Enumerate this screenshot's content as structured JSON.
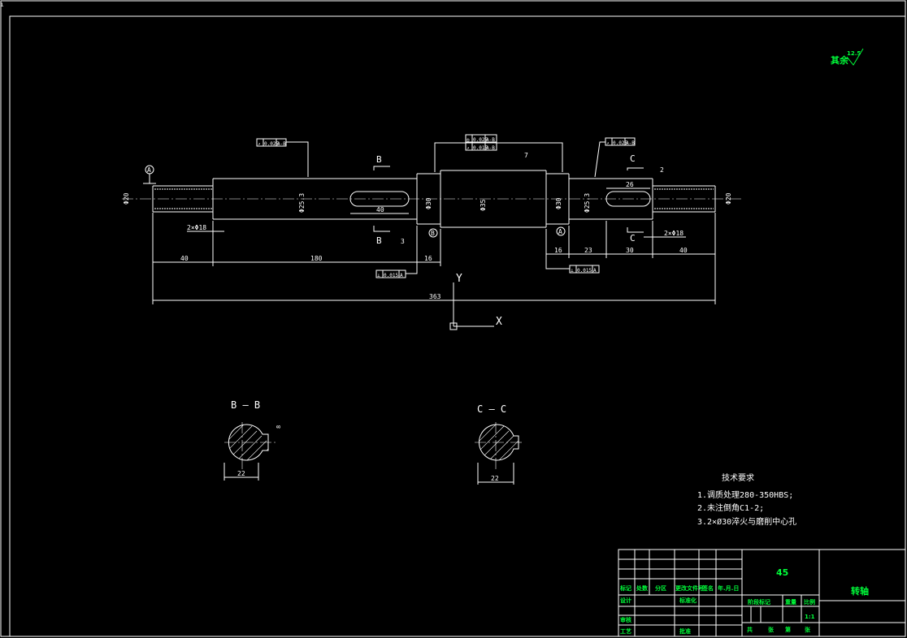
{
  "roughness": {
    "label": "其余",
    "value": "12.5"
  },
  "datum_labels": {
    "a_left": "A",
    "a_right": "A",
    "b": "B"
  },
  "section_marks": {
    "b_top": "B",
    "b_bottom": "B",
    "c_top": "C",
    "c_bottom": "C"
  },
  "diameters": {
    "left_end": "Φ20",
    "seg1": "Φ25.3",
    "brg_left": "Φ30",
    "middle": "Φ35",
    "brg_right": "Φ30",
    "seg5": "Φ25.3",
    "right_end": "Φ20"
  },
  "fcf": {
    "top_left": [
      "↗",
      "0.025",
      "A-B"
    ],
    "top_mid_1": [
      "◎",
      "0.025",
      "A-B"
    ],
    "top_mid_2": [
      "↗",
      "0.015",
      "A-B"
    ],
    "top_right": [
      "↗",
      "0.025",
      "A-B"
    ],
    "bottom_left": [
      "⊥",
      "0.015",
      "A"
    ],
    "bottom_right": [
      "⊥",
      "0.015",
      "A"
    ]
  },
  "dims": {
    "d40_left": "40",
    "d180": "180",
    "d16_left": "16",
    "d40_key": "40",
    "d3": "3",
    "d16_right": "16",
    "d23": "23",
    "d30": "30",
    "d40_right": "40",
    "d26": "26",
    "d2": "2",
    "d363": "363",
    "chamfer_left": "2×Φ18",
    "chamfer_right": "2×Φ18",
    "d7": "7"
  },
  "axes": {
    "y": "Y",
    "x": "X"
  },
  "sections": {
    "bb": {
      "title": "B — B",
      "width": "22",
      "depth": "8"
    },
    "cc": {
      "title": "C — C",
      "width": "22"
    }
  },
  "tech_req": {
    "title": "技术要求",
    "items": [
      "1.调质处理280-350HBS;",
      "2.未注倒角C1-2;",
      "3.2×Ø30淬火与磨削中心孔"
    ]
  },
  "title_block": {
    "material": "45",
    "part_name": "转轴",
    "labels": [
      "标记",
      "处数",
      "分区",
      "更改文件号",
      "签名",
      "年.月.日"
    ],
    "row_labels": [
      "设计",
      "标准化",
      "审核",
      "工艺",
      "批准"
    ],
    "stage": "阶段标记",
    "weight": "重量",
    "scale": "比例",
    "scale_value": "1:1",
    "sheet": [
      "共",
      "张",
      "第",
      "张"
    ]
  }
}
